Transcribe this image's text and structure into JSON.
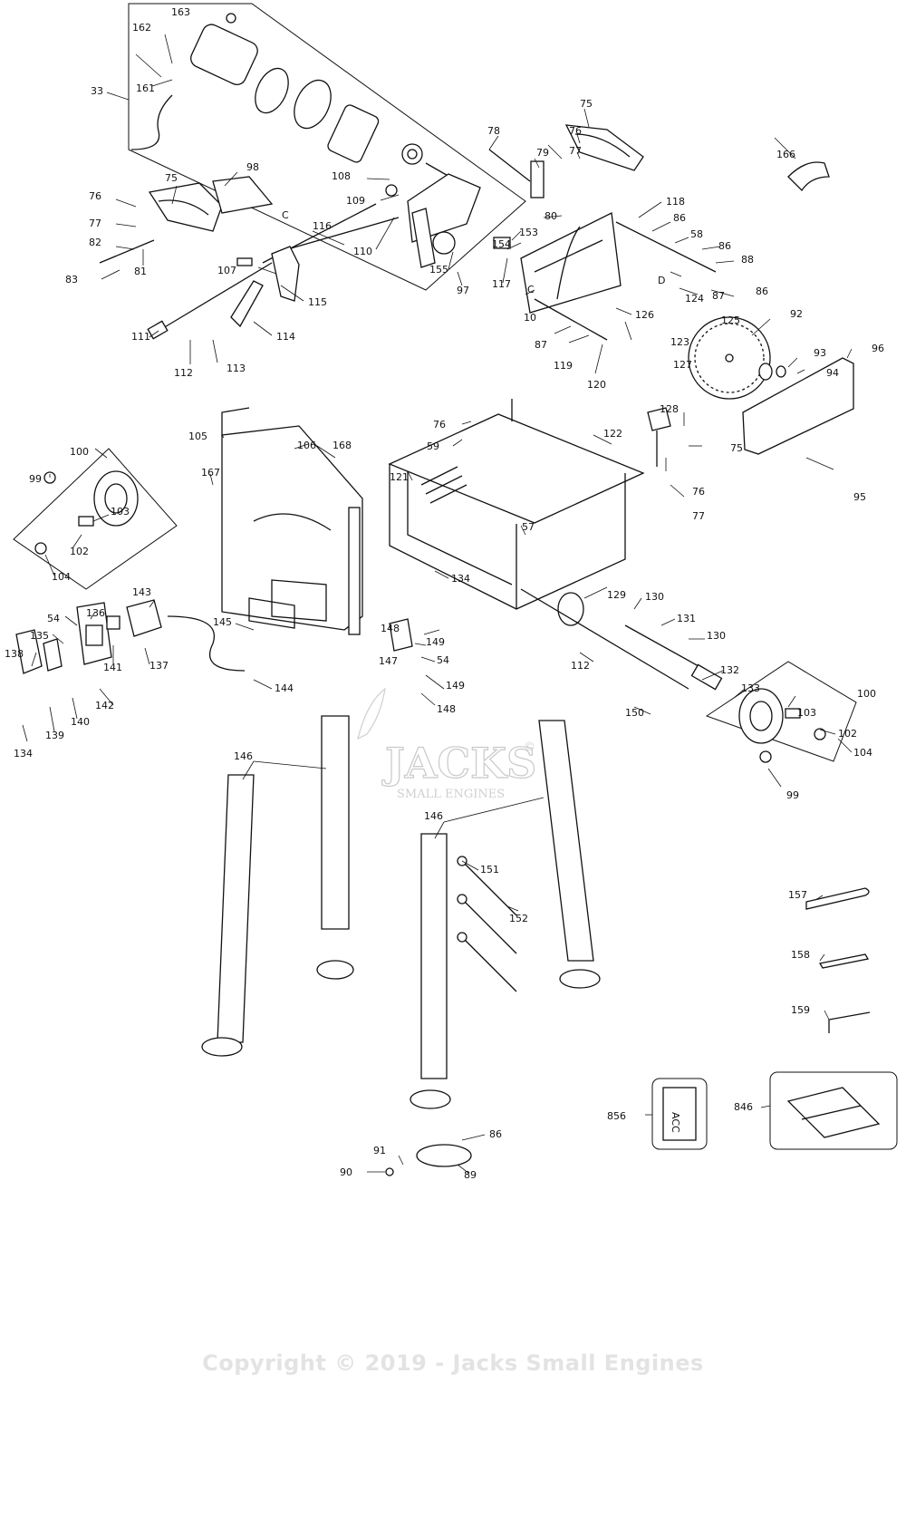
{
  "diagram": {
    "callouts": [
      {
        "id": "c33",
        "text": "33"
      },
      {
        "id": "c162",
        "text": "162"
      },
      {
        "id": "c163",
        "text": "163"
      },
      {
        "id": "c161",
        "text": "161"
      },
      {
        "id": "c75a",
        "text": "75"
      },
      {
        "id": "c76a",
        "text": "76"
      },
      {
        "id": "c77a",
        "text": "77"
      },
      {
        "id": "c98",
        "text": "98"
      },
      {
        "id": "cCa",
        "text": "C"
      },
      {
        "id": "c82",
        "text": "82"
      },
      {
        "id": "c81",
        "text": "81"
      },
      {
        "id": "c83",
        "text": "83"
      },
      {
        "id": "c107",
        "text": "107"
      },
      {
        "id": "c108",
        "text": "108"
      },
      {
        "id": "c109",
        "text": "109"
      },
      {
        "id": "c116",
        "text": "116"
      },
      {
        "id": "c110",
        "text": "110"
      },
      {
        "id": "c115",
        "text": "115"
      },
      {
        "id": "c114",
        "text": "114"
      },
      {
        "id": "c111",
        "text": "111"
      },
      {
        "id": "c112a",
        "text": "112"
      },
      {
        "id": "c113",
        "text": "113"
      },
      {
        "id": "c155",
        "text": "155"
      },
      {
        "id": "c97",
        "text": "97"
      },
      {
        "id": "c117",
        "text": "117"
      },
      {
        "id": "c154",
        "text": "154"
      },
      {
        "id": "c153",
        "text": "153"
      },
      {
        "id": "c78",
        "text": "78"
      },
      {
        "id": "c79",
        "text": "79"
      },
      {
        "id": "c76b",
        "text": "76"
      },
      {
        "id": "c77b",
        "text": "77"
      },
      {
        "id": "c75b",
        "text": "75"
      },
      {
        "id": "c80",
        "text": "80"
      },
      {
        "id": "c118",
        "text": "118"
      },
      {
        "id": "c86a",
        "text": "86"
      },
      {
        "id": "c58",
        "text": "58"
      },
      {
        "id": "c86b",
        "text": "86"
      },
      {
        "id": "c88",
        "text": "88"
      },
      {
        "id": "cD",
        "text": "D"
      },
      {
        "id": "c87a",
        "text": "87"
      },
      {
        "id": "c86c",
        "text": "86"
      },
      {
        "id": "cCb",
        "text": "C"
      },
      {
        "id": "c10",
        "text": "10"
      },
      {
        "id": "c124",
        "text": "124"
      },
      {
        "id": "c125",
        "text": "125"
      },
      {
        "id": "c126",
        "text": "126"
      },
      {
        "id": "c87b",
        "text": "87"
      },
      {
        "id": "c123",
        "text": "123"
      },
      {
        "id": "c127",
        "text": "127"
      },
      {
        "id": "c119",
        "text": "119"
      },
      {
        "id": "c120",
        "text": "120"
      },
      {
        "id": "c166",
        "text": "166"
      },
      {
        "id": "c92",
        "text": "92"
      },
      {
        "id": "c93",
        "text": "93"
      },
      {
        "id": "c94",
        "text": "94"
      },
      {
        "id": "c96",
        "text": "96"
      },
      {
        "id": "c95",
        "text": "95"
      },
      {
        "id": "c76c",
        "text": "76"
      },
      {
        "id": "c59",
        "text": "59"
      },
      {
        "id": "c122",
        "text": "122"
      },
      {
        "id": "c128",
        "text": "128"
      },
      {
        "id": "c75c",
        "text": "75"
      },
      {
        "id": "c76d",
        "text": "76"
      },
      {
        "id": "c77c",
        "text": "77"
      },
      {
        "id": "c121",
        "text": "121"
      },
      {
        "id": "c57",
        "text": "57"
      },
      {
        "id": "c134a",
        "text": "134"
      },
      {
        "id": "c105",
        "text": "105"
      },
      {
        "id": "c106",
        "text": "106"
      },
      {
        "id": "c168",
        "text": "168"
      },
      {
        "id": "c167",
        "text": "167"
      },
      {
        "id": "c100a",
        "text": "100"
      },
      {
        "id": "c99a",
        "text": "99"
      },
      {
        "id": "c103a",
        "text": "103"
      },
      {
        "id": "c102a",
        "text": "102"
      },
      {
        "id": "c104a",
        "text": "104"
      },
      {
        "id": "c143",
        "text": "143"
      },
      {
        "id": "c54a",
        "text": "54"
      },
      {
        "id": "c136",
        "text": "136"
      },
      {
        "id": "c135",
        "text": "135"
      },
      {
        "id": "c138",
        "text": "138"
      },
      {
        "id": "c141",
        "text": "141"
      },
      {
        "id": "c137",
        "text": "137"
      },
      {
        "id": "c145",
        "text": "145"
      },
      {
        "id": "c142",
        "text": "142"
      },
      {
        "id": "c140",
        "text": "140"
      },
      {
        "id": "c139",
        "text": "139"
      },
      {
        "id": "c134b",
        "text": "134"
      },
      {
        "id": "c144",
        "text": "144"
      },
      {
        "id": "c148a",
        "text": "148"
      },
      {
        "id": "c149a",
        "text": "149"
      },
      {
        "id": "c147",
        "text": "147"
      },
      {
        "id": "c54b",
        "text": "54"
      },
      {
        "id": "c149b",
        "text": "149"
      },
      {
        "id": "c148b",
        "text": "148"
      },
      {
        "id": "c129",
        "text": "129"
      },
      {
        "id": "c130a",
        "text": "130"
      },
      {
        "id": "c131",
        "text": "131"
      },
      {
        "id": "c130b",
        "text": "130"
      },
      {
        "id": "c112b",
        "text": "112"
      },
      {
        "id": "c132",
        "text": "132"
      },
      {
        "id": "c133",
        "text": "133"
      },
      {
        "id": "c150",
        "text": "150"
      },
      {
        "id": "c100b",
        "text": "100"
      },
      {
        "id": "c103b",
        "text": "103"
      },
      {
        "id": "c102b",
        "text": "102"
      },
      {
        "id": "c104b",
        "text": "104"
      },
      {
        "id": "c99b",
        "text": "99"
      },
      {
        "id": "c146a",
        "text": "146"
      },
      {
        "id": "c146b",
        "text": "146"
      },
      {
        "id": "c151",
        "text": "151"
      },
      {
        "id": "c152",
        "text": "152"
      },
      {
        "id": "c157",
        "text": "157"
      },
      {
        "id": "c158",
        "text": "158"
      },
      {
        "id": "c159",
        "text": "159"
      },
      {
        "id": "c856",
        "text": "856"
      },
      {
        "id": "c846",
        "text": "846"
      },
      {
        "id": "c86d",
        "text": "86"
      },
      {
        "id": "c91",
        "text": "91"
      },
      {
        "id": "c90",
        "text": "90"
      },
      {
        "id": "c89",
        "text": "89"
      }
    ],
    "acc_box_text": "ACC",
    "watermark": {
      "main": "JACKS",
      "sub": "SMALL ENGINES",
      "mark": "©"
    }
  },
  "footer": {
    "copyright": "Copyright © 2019 - Jacks Small Engines"
  }
}
